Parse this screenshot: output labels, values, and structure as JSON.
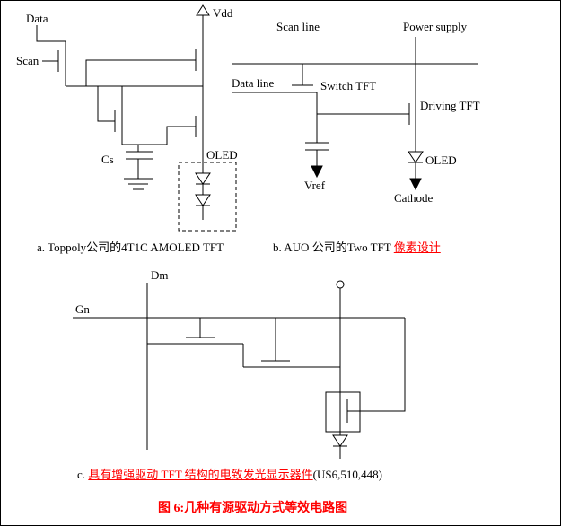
{
  "colors": {
    "line_black": "#000000",
    "annotation_red": "#ff0000"
  },
  "figure_caption": "图 6:几种有源驱动方式等效电路图",
  "circuit_a": {
    "caption": "a. Toppoly公司的4T1C AMOLED TFT",
    "labels": {
      "data": "Data",
      "scan": "Scan",
      "vdd": "Vdd",
      "cs": "Cs",
      "oled": "OLED"
    }
  },
  "circuit_b": {
    "caption_black": "b. AUO 公司的Two TFT ",
    "caption_red": "像素设计",
    "labels": {
      "scan_line": "Scan line",
      "power_supply": "Power supply",
      "data_line": "Data line",
      "switch_tft": "Switch TFT",
      "driving_tft": "Driving TFT",
      "vref": "Vref",
      "oled": "OLED",
      "cathode": "Cathode"
    }
  },
  "circuit_c": {
    "caption_prefix": "c.  ",
    "caption_red": "具有增强驱动 TFT 结构的电致发光显示器件",
    "caption_suffix": "(US6,510,448)",
    "labels": {
      "dm": "Dm",
      "gn": "Gn"
    }
  }
}
